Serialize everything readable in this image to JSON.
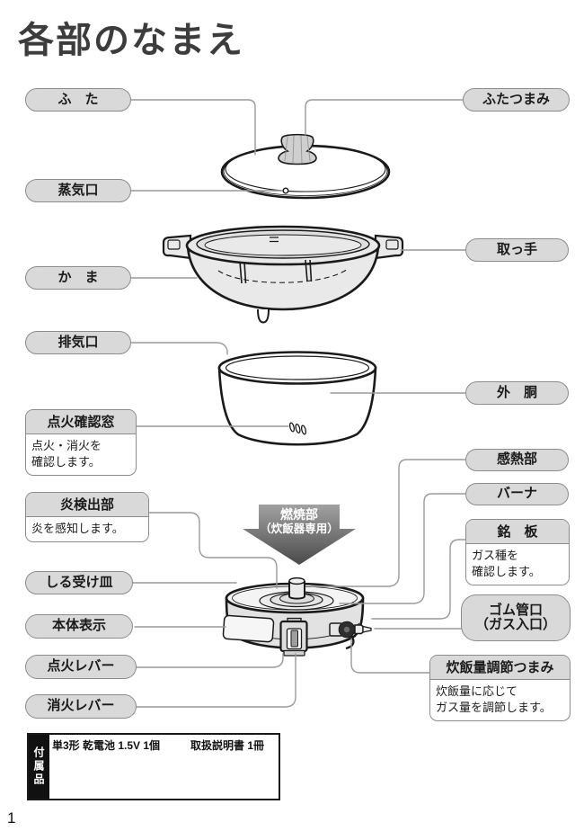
{
  "title": "各部のなまえ",
  "page_number": "1",
  "parts": {
    "futa": "ふ　た",
    "futatsumami": "ふたつまみ",
    "jokiko": "蒸気口",
    "totte": "取っ手",
    "kama": "か　ま",
    "haikiko": "排気口",
    "gaido": "外　胴",
    "kannetsubu": "感熱部",
    "bana": "バーナ",
    "shiru_ukezara": "しる受け皿",
    "hontai_hyoji": "本体表示",
    "tenka_lever": "点火レバー",
    "shoka_lever": "消火レバー",
    "gomukan_line1": "ゴム管口",
    "gomukan_line2": "（ガス入口）",
    "tenka_kakunin_mado": {
      "title": "点火確認窓",
      "desc1": "点火・消火を",
      "desc2": "確認します。"
    },
    "honoo_kenshutsubu": {
      "title": "炎検出部",
      "desc1": "炎を感知します。"
    },
    "meiban": {
      "title": "銘　板",
      "desc1": "ガス種を",
      "desc2": "確認します。"
    },
    "suihanryo_tsumami": {
      "title": "炊飯量調節つまみ",
      "desc1": "炊飯量に応じて",
      "desc2": "ガス量を調節します。"
    }
  },
  "burner_arrow": {
    "line1": "燃焼部",
    "line2": "（炊飯器専用）"
  },
  "accessories": {
    "tab_label": "付属品",
    "item1_label": "単3形 乾電池 1.5V 1個",
    "item2_label": "取扱説明書 1冊"
  },
  "colors": {
    "label_fill": "#d9d9d9",
    "label_border": "#8c8c8c",
    "leader_line": "#9a9a9a",
    "arrow_top": "#a2a2a2",
    "arrow_bottom": "#4a4a4a",
    "ink": "#1a1a1a"
  }
}
